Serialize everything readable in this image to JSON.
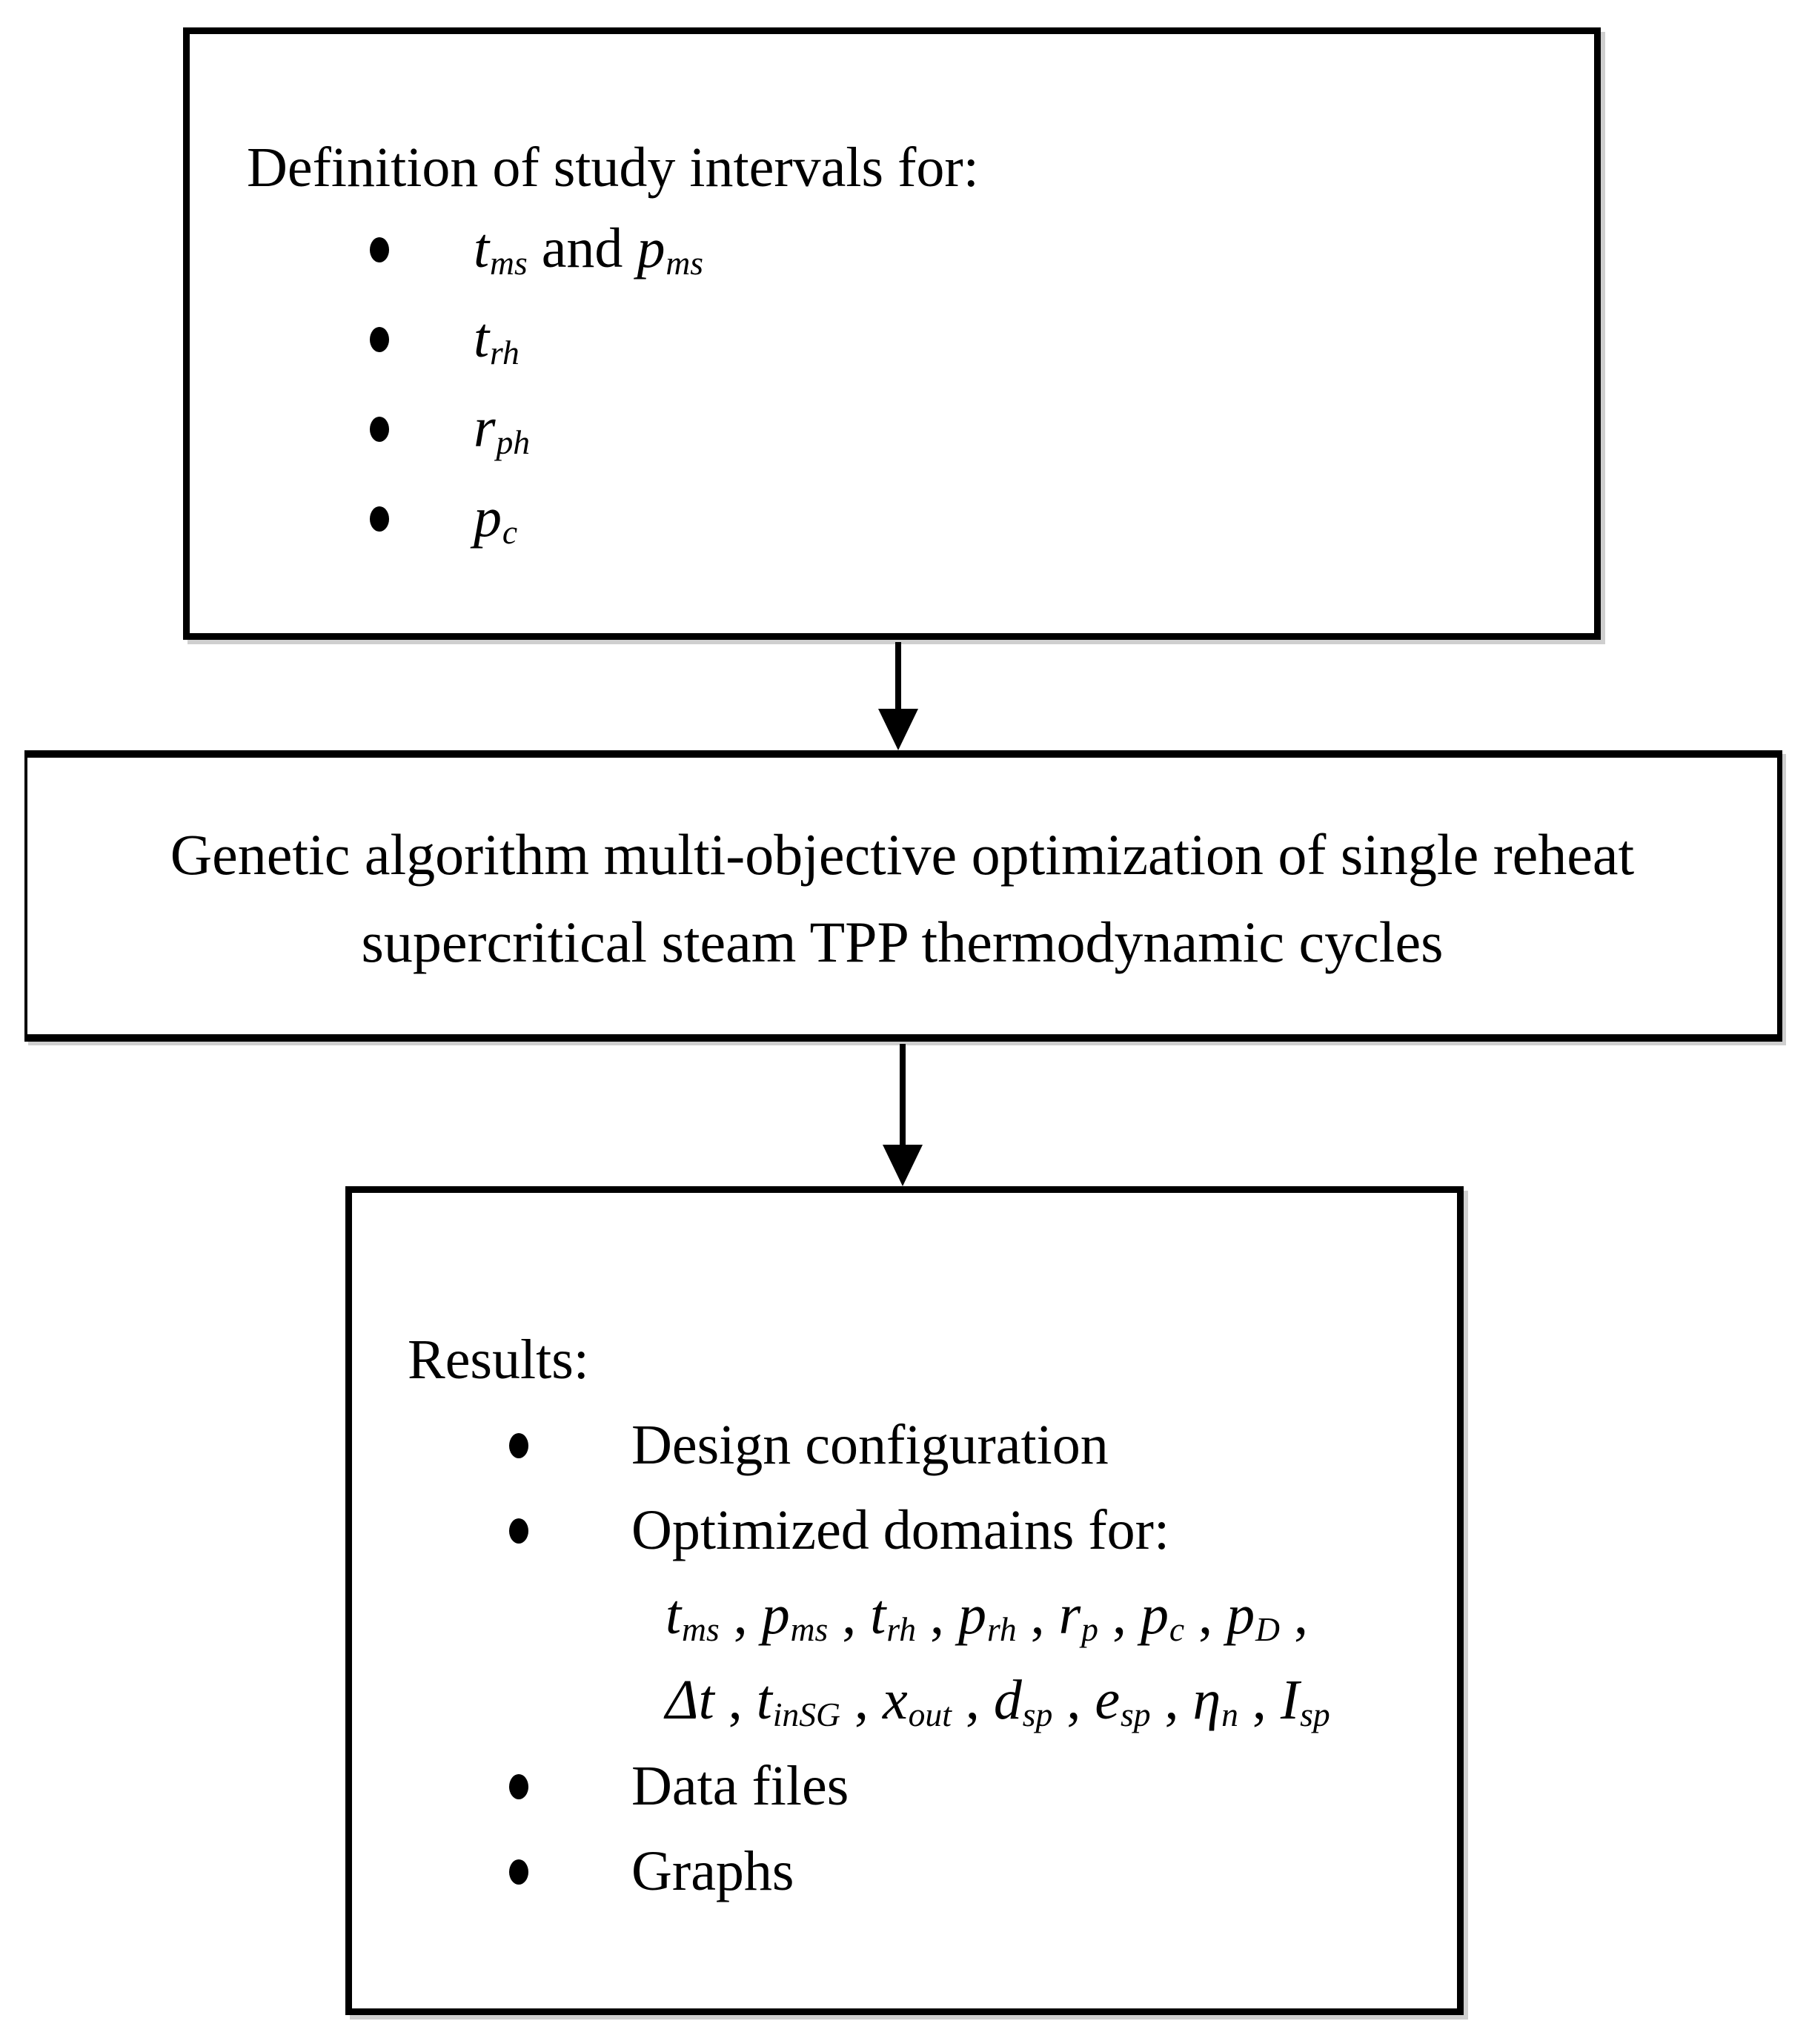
{
  "colors": {
    "line": "#000000",
    "background": "#ffffff",
    "shadow": "#cfcfcf"
  },
  "boxes": {
    "definition": {
      "title": "Definition of study intervals for:",
      "bullet_tokens": [
        [
          [
            "t",
            "ms"
          ],
          " and ",
          [
            "p",
            "ms"
          ]
        ],
        [
          [
            "t",
            "rh"
          ]
        ],
        [
          [
            "r",
            "ph"
          ]
        ],
        [
          [
            "p",
            "c"
          ]
        ]
      ]
    },
    "optimization": {
      "line1": "Genetic algorithm multi-objective optimization of single reheat",
      "line2": "supercritical steam TPP thermodynamic cycles"
    },
    "results": {
      "title": "Results:",
      "bullets": [
        "Design configuration",
        "Optimized domains for:",
        "Data files",
        "Graphs"
      ],
      "symbol_lines": [
        [
          [
            "t",
            "ms"
          ],
          " , ",
          [
            "p",
            "ms"
          ],
          " , ",
          [
            "t",
            "rh"
          ],
          " , ",
          [
            "p",
            "rh"
          ],
          " , ",
          [
            "r",
            "p"
          ],
          " , ",
          [
            "p",
            "c"
          ],
          " , ",
          [
            "p",
            "D"
          ],
          " ,"
        ],
        [
          [
            "Δt",
            ""
          ],
          " , ",
          [
            "t",
            "inSG"
          ],
          " , ",
          [
            "x",
            "out"
          ],
          " , ",
          [
            "d",
            "sp"
          ],
          " , ",
          [
            "e",
            "sp"
          ],
          " , ",
          [
            "η",
            "n"
          ],
          " , ",
          [
            "I",
            "sp"
          ]
        ]
      ]
    }
  }
}
